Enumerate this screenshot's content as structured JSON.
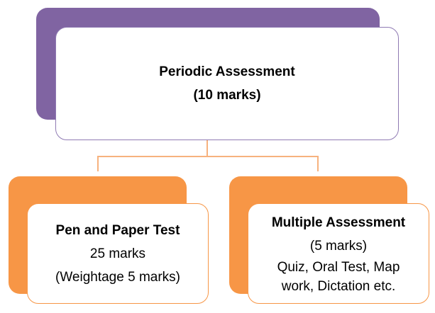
{
  "root": {
    "title": "Periodic Assessment",
    "subtitle": "(10 marks)"
  },
  "children": [
    {
      "title": "Pen and Paper Test",
      "lines": [
        "25 marks",
        "(Weightage 5 marks)"
      ]
    },
    {
      "title": "Multiple Assessment",
      "lines": [
        "(5 marks)",
        "Quiz, Oral Test, Map",
        "work, Dictation etc."
      ]
    }
  ],
  "colors": {
    "root": "#8064A2",
    "child": "#F79646",
    "connector": "#F7B27E"
  }
}
